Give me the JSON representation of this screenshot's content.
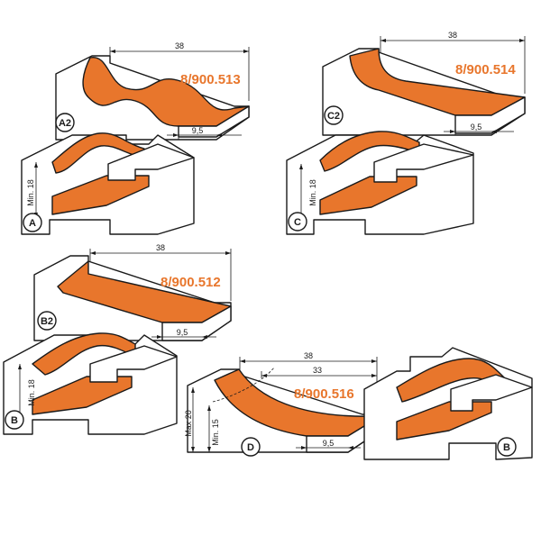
{
  "colors": {
    "profile": "#e8762c",
    "line": "#1a1a1a",
    "background": "#ffffff"
  },
  "panel_1": {
    "code": "8/900.513",
    "upper_badge": "A2",
    "lower_badge": "A",
    "width_dim": "38",
    "offset_dim": "9,5",
    "min_dim": "Min. 18"
  },
  "panel_2": {
    "code": "8/900.514",
    "upper_badge": "C2",
    "lower_badge": "C",
    "width_dim": "38",
    "offset_dim": "9,5",
    "min_dim": "Min. 18"
  },
  "panel_3": {
    "code": "8/900.512",
    "upper_badge": "B2",
    "lower_badge": "B",
    "width_dim": "38",
    "offset_dim": "9,5",
    "min_dim": "Min. 18"
  },
  "panel_4": {
    "code": "8/900.516",
    "badge": "D",
    "width_dim": "38",
    "inner_dim": "33",
    "offset_dim": "9,5",
    "max_dim": "Max 20",
    "min_dim": "Min. 15",
    "side_badge": "B"
  }
}
